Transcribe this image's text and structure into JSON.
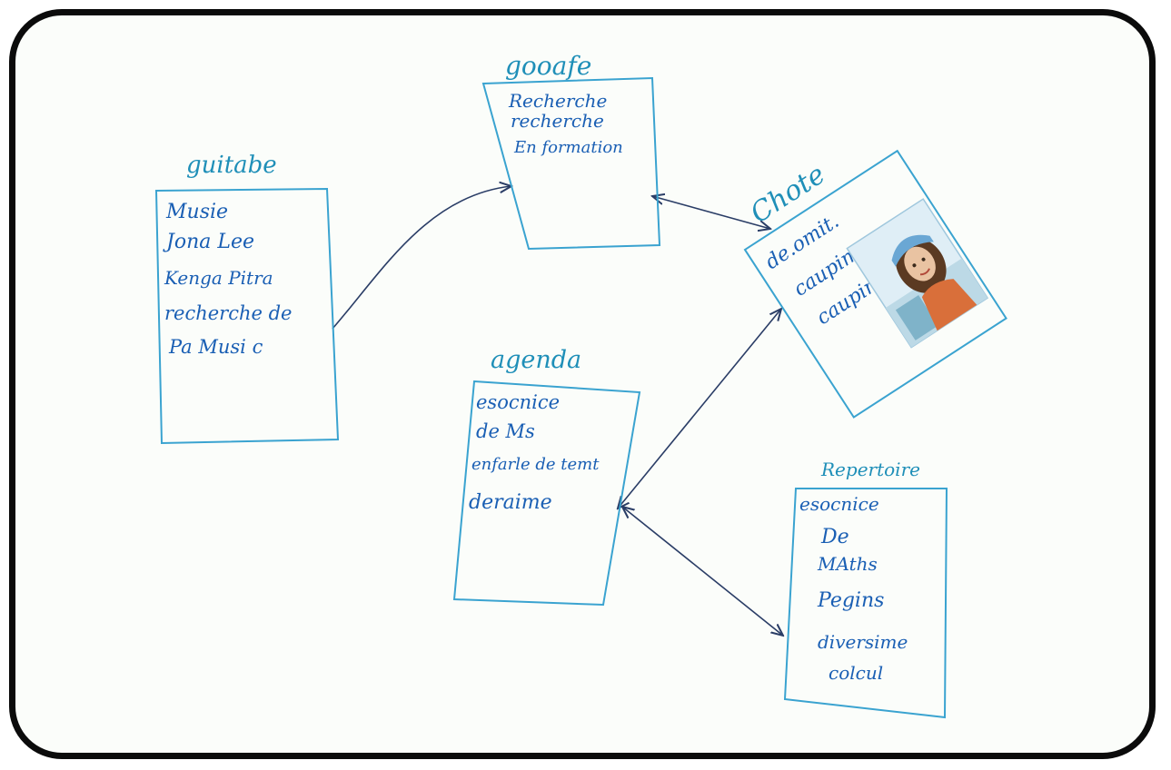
{
  "boxes": {
    "left": {
      "title": "guitabe",
      "items": [
        "Musie",
        "Jona Lee",
        "Kenga Pitra",
        "recherche de",
        "Pa Musi c"
      ]
    },
    "top": {
      "title": "gooafe",
      "items": [
        "Recherche",
        "recherche",
        "En formation"
      ]
    },
    "chat": {
      "title": "Chote",
      "items": [
        "de.omit.",
        "caupime",
        "caupim."
      ]
    },
    "agenda": {
      "title": "agenda",
      "items": [
        "esocnice",
        "de Ms",
        "enfarle de temt",
        "deraime"
      ]
    },
    "repertoire": {
      "title": "Repertoire",
      "items": [
        "esocnice",
        "De",
        "MAths",
        "Pegins",
        "diversime",
        "colcul"
      ]
    }
  },
  "colors": {
    "ink_title": "#1f8fb8",
    "ink_text": "#1a5fb4",
    "ink_arrow": "#2a3d66",
    "box_line": "#3aa3d0",
    "frame": "#0b0b0b"
  }
}
